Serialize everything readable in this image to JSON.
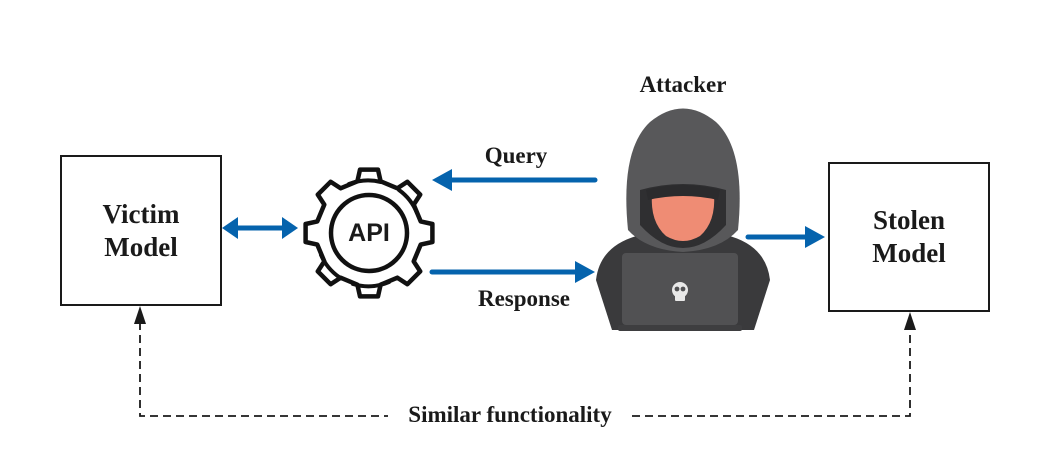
{
  "diagram": {
    "title": "Model extraction attack",
    "nodes": {
      "victim": {
        "label": "Victim\nModel"
      },
      "api": {
        "label": "API",
        "icon": "gear-icon"
      },
      "attacker": {
        "label": "Attacker",
        "icon": "hooded-hacker-icon",
        "laptop_icon": "skull-icon"
      },
      "stolen": {
        "label": "Stolen\nModel"
      }
    },
    "edges": {
      "victim_api": {
        "type": "bidirectional",
        "label": ""
      },
      "query": {
        "from": "attacker",
        "to": "api",
        "label": "Query"
      },
      "response": {
        "from": "api",
        "to": "attacker",
        "label": "Response"
      },
      "attacker_stolen": {
        "from": "attacker",
        "to": "stolen",
        "label": ""
      },
      "similar": {
        "type": "dashed",
        "between": [
          "victim",
          "stolen"
        ],
        "label": "Similar functionality"
      }
    },
    "colors": {
      "arrow": "#0563ad",
      "stroke": "#1a1a1a",
      "hood": "#58585a",
      "body": "#3a3a3c",
      "face": "#ef8c74",
      "laptop": "#515153"
    }
  }
}
